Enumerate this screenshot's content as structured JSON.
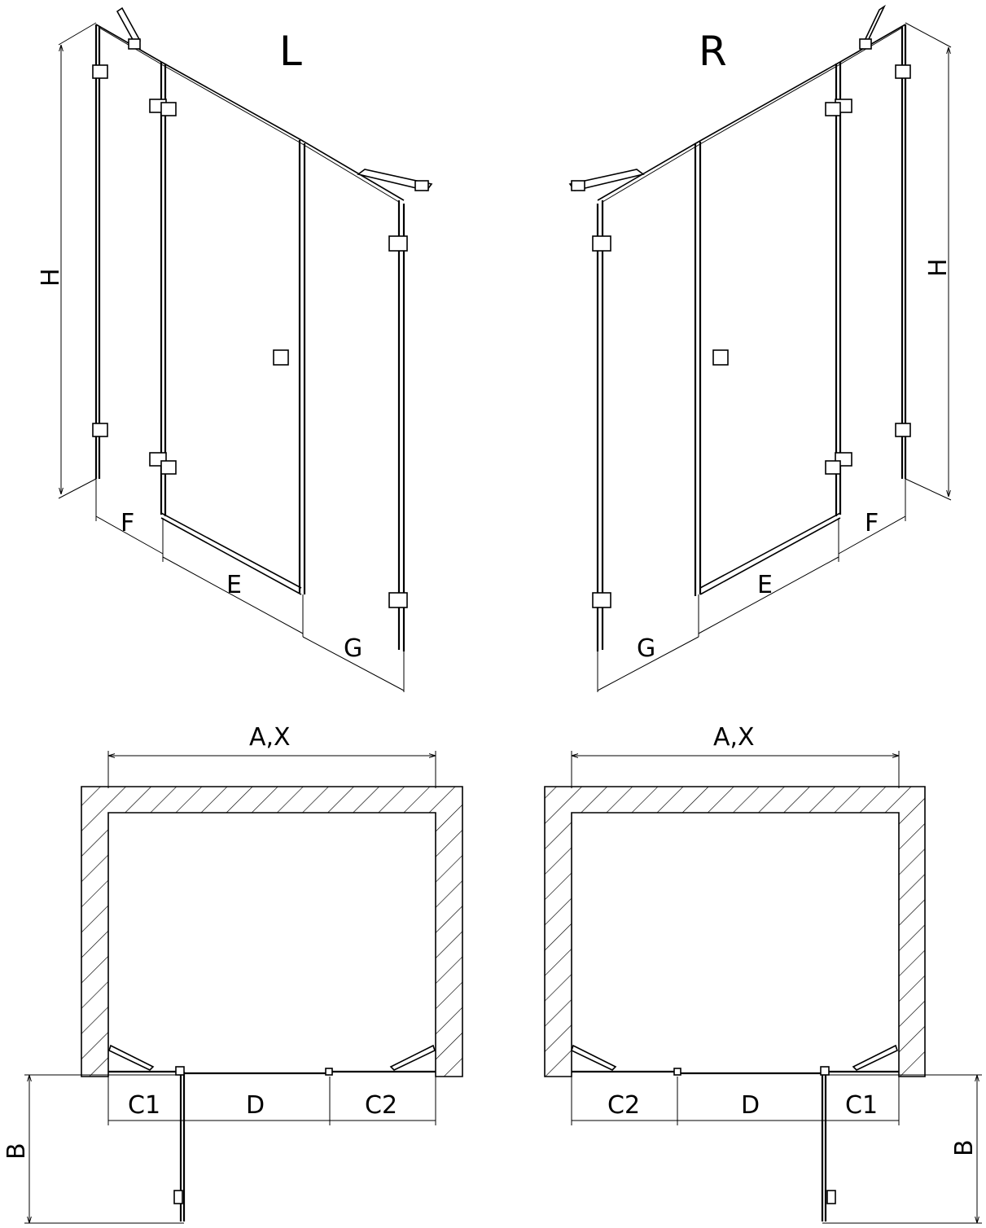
{
  "iso_left": {
    "variant_label": "L",
    "height_label": "H",
    "panel_labels": {
      "f": "F",
      "e": "E",
      "g": "G"
    }
  },
  "iso_right": {
    "variant_label": "R",
    "height_label": "H",
    "panel_labels": {
      "f": "F",
      "e": "E",
      "g": "G"
    }
  },
  "plan_left": {
    "width_label": "A,X",
    "depth_label": "B",
    "seg_labels": [
      "C1",
      "D",
      "C2"
    ]
  },
  "plan_right": {
    "width_label": "A,X",
    "depth_label": "B",
    "seg_labels": [
      "C2",
      "D",
      "C1"
    ]
  }
}
